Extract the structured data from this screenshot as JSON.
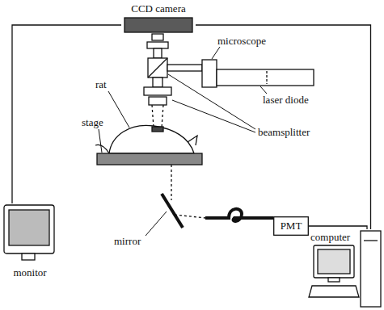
{
  "diagram": {
    "nodes": [
      {
        "text": [
          "CCD camera"
        ]
      },
      {
        "text": [
          "monitor"
        ]
      },
      {
        "text": [
          "PMT"
        ]
      },
      {
        "text": [
          "computer"
        ]
      }
    ],
    "edges": [
      {
        "from": 0,
        "to": 1,
        "arrow": "none"
      },
      {
        "from": 0,
        "to": 3,
        "arrow": "none"
      },
      {
        "from": 2,
        "to": 3,
        "arrow": "none"
      }
    ],
    "labels": [
      "microscope",
      "laser diode",
      "beamsplitter",
      "rat",
      "stage",
      "mirror"
    ]
  }
}
